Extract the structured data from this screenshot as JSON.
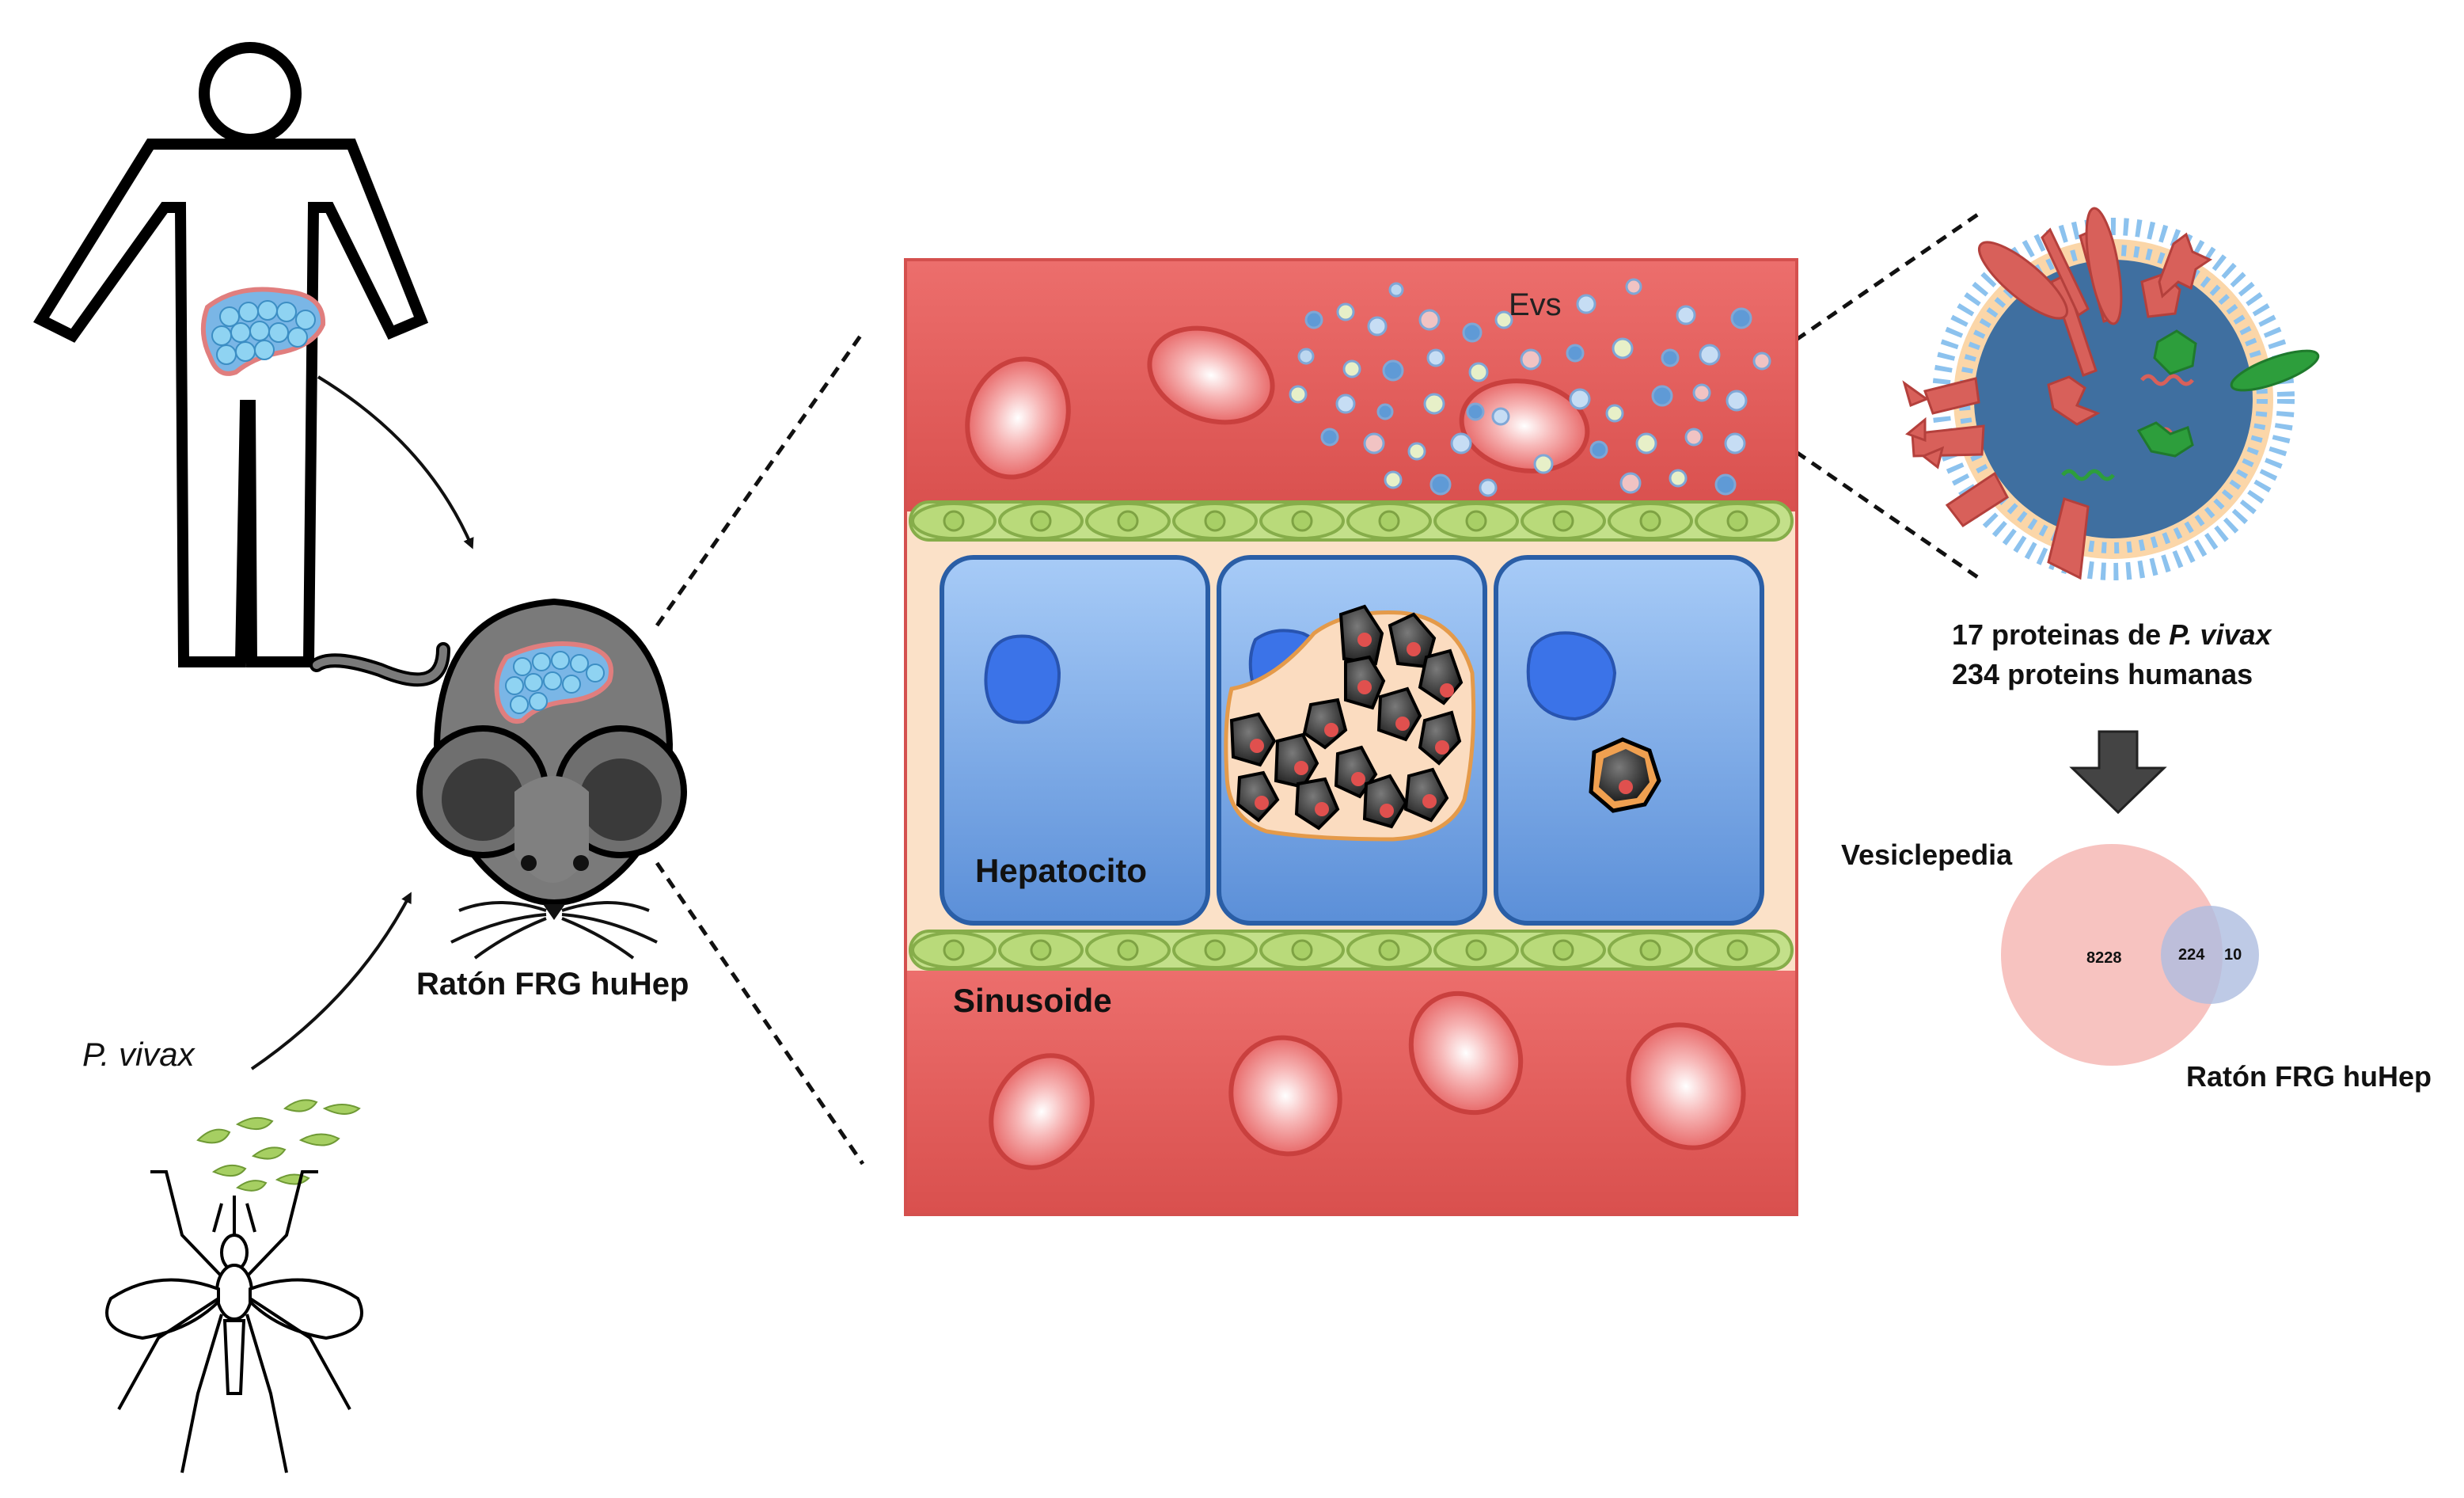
{
  "labels": {
    "evs": "Evs",
    "hepatocito": "Hepatocito",
    "sinusoide": "Sinusoide",
    "mouse_model": "Ratón FRG huHep",
    "parasite": "P. vivax",
    "proteins_line1_prefix": "17 proteinas de ",
    "proteins_line1_species": "P. vivax",
    "proteins_line2": "234 proteins humanas",
    "venn_left_title": "Vesiclepedia",
    "venn_right_title": "Ratón FRG huHep"
  },
  "venn": {
    "left_only": "8228",
    "overlap": "224",
    "right_only": "10"
  },
  "colors": {
    "blood_vessel": "#e25a58",
    "red_cell": "#f08a8a",
    "endothelium": "#b9da7a",
    "hepatocyte": "#6a9fe2",
    "nucleus": "#3b73e8",
    "vesicle_body": "#3f6fa0",
    "vesicle_membrane": "#8cc2ee",
    "venn_left": "#f6b9b5",
    "venn_right": "#aebde0"
  },
  "icons": [
    "human-outline-icon",
    "liver-icon",
    "mouse-icon",
    "mosquito-icon",
    "sporozoite-icon",
    "down-arrow-icon"
  ]
}
